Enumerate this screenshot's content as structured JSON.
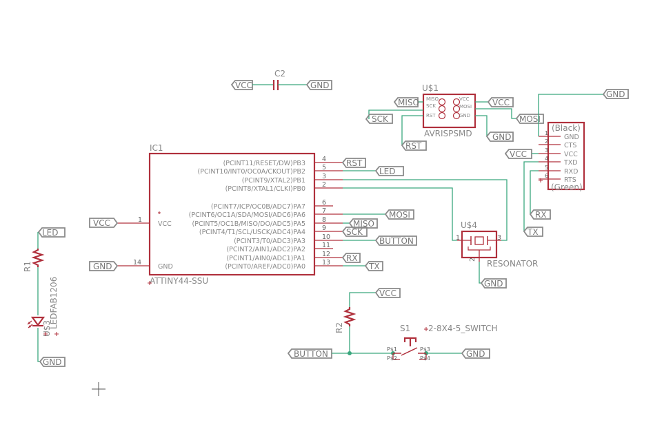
{
  "labels": {
    "vcc": "VCC",
    "gnd": "GND",
    "led": "LED",
    "rst": "RST",
    "mosi": "MOSI",
    "miso": "MISO",
    "sck": "SCK",
    "button": "BUTTON",
    "rx": "RX",
    "tx": "TX"
  },
  "c2": {
    "ref": "C2"
  },
  "ic1": {
    "ref": "IC1",
    "value": "ATTINY44-SSU",
    "vcc_pin": "VCC",
    "gnd_pin": "GND",
    "vcc_num": "1",
    "gnd_num": "14",
    "pins": [
      {
        "name": "(PCINT11/RESET/DW)PB3",
        "num": "4"
      },
      {
        "name": "(PCINT10/INT0/OC0A/CKOUT)PB2",
        "num": "5"
      },
      {
        "name": "(PCINT9/XTAL2)PB1",
        "num": "3"
      },
      {
        "name": "(PCINT8/XTAL1/CLKI)PB0",
        "num": "2"
      },
      {
        "name": "(PCINT7/ICP/OC0B/ADC7)PA7",
        "num": "6"
      },
      {
        "name": "(PCINT6/OC1A/SDA/MOSI/ADC6)PA6",
        "num": "7"
      },
      {
        "name": "(PCINT5/OC1B/MISO/DO/ADC5)PA5",
        "num": "8"
      },
      {
        "name": "(PCINT4/T1/SCL/USCK/ADC4)PA4",
        "num": "9"
      },
      {
        "name": "(PCINT3/T0/ADC3)PA3",
        "num": "10"
      },
      {
        "name": "(PCINT2/AIN1/ADC2)PA2",
        "num": "11"
      },
      {
        "name": "(PCINT1/AIN0/ADC1)PA1",
        "num": "12"
      },
      {
        "name": "(PCINT0/AREF/ADC0)PA0",
        "num": "13"
      }
    ]
  },
  "us1": {
    "ref": "U$1",
    "value": "AVRISPSMD",
    "pins_left": [
      "MISO",
      "SCK",
      "RST"
    ],
    "pins_right": [
      "VCC",
      "MOSI",
      "GND"
    ]
  },
  "ftdi": {
    "top": "(Black)",
    "bottom": "(Green)",
    "pins": [
      {
        "num": "1",
        "name": "GND"
      },
      {
        "num": "2",
        "name": "CTS"
      },
      {
        "num": "3",
        "name": "VCC"
      },
      {
        "num": "4",
        "name": "TXD"
      },
      {
        "num": "5",
        "name": "RXD"
      },
      {
        "num": "6",
        "name": "RTS"
      }
    ]
  },
  "us4": {
    "ref": "U$4",
    "value": "RESONATOR",
    "p1": "1",
    "p2": "2",
    "p3": "3"
  },
  "r1": {
    "ref": "R1"
  },
  "us3": {
    "ref": "U$3",
    "value": "LEDFAB1206"
  },
  "r2": {
    "ref": "R2"
  },
  "s1": {
    "ref": "S1",
    "value": "2-8X4-5_SWITCH",
    "p1": "P$1",
    "p2": "P$2",
    "p3": "P$3",
    "p4": "P$4"
  }
}
